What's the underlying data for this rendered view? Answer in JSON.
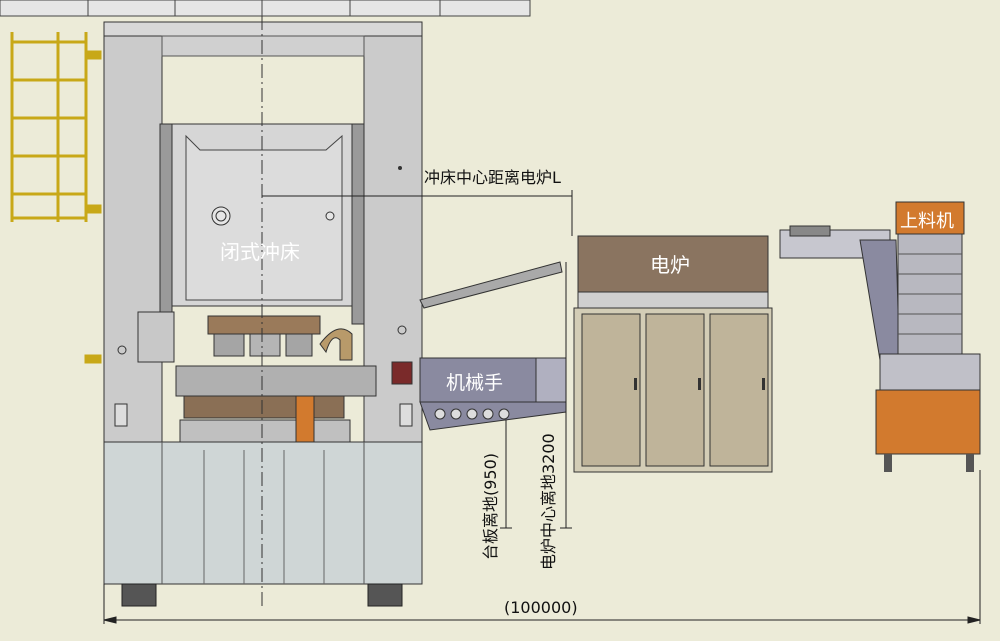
{
  "labels": {
    "press": "闭式冲床",
    "furnace": "电炉",
    "manipulator": "机械手",
    "loader": "上料机",
    "press_center_to_furnace": "冲床中心距离电炉L",
    "table_height": "台板离地(950)",
    "furnace_center_height": "电炉中心离地3200",
    "overall_length": "(100000)"
  },
  "colors": {
    "background": "#ecebd8",
    "frame": "#c8c8c8",
    "frame_stroke": "#3a3a3a",
    "press_body": "#d6d6d6",
    "base": "#cfd6d6",
    "brown": "#8a6f55",
    "orange": "#d27a2e",
    "furnace_top": "#8a7460",
    "furnace_door": "#bfb49a",
    "manipulator": "#8a8aa0",
    "loader": "#b8b8c0",
    "label_text": "#ffffff",
    "dim_text": "#111111"
  }
}
